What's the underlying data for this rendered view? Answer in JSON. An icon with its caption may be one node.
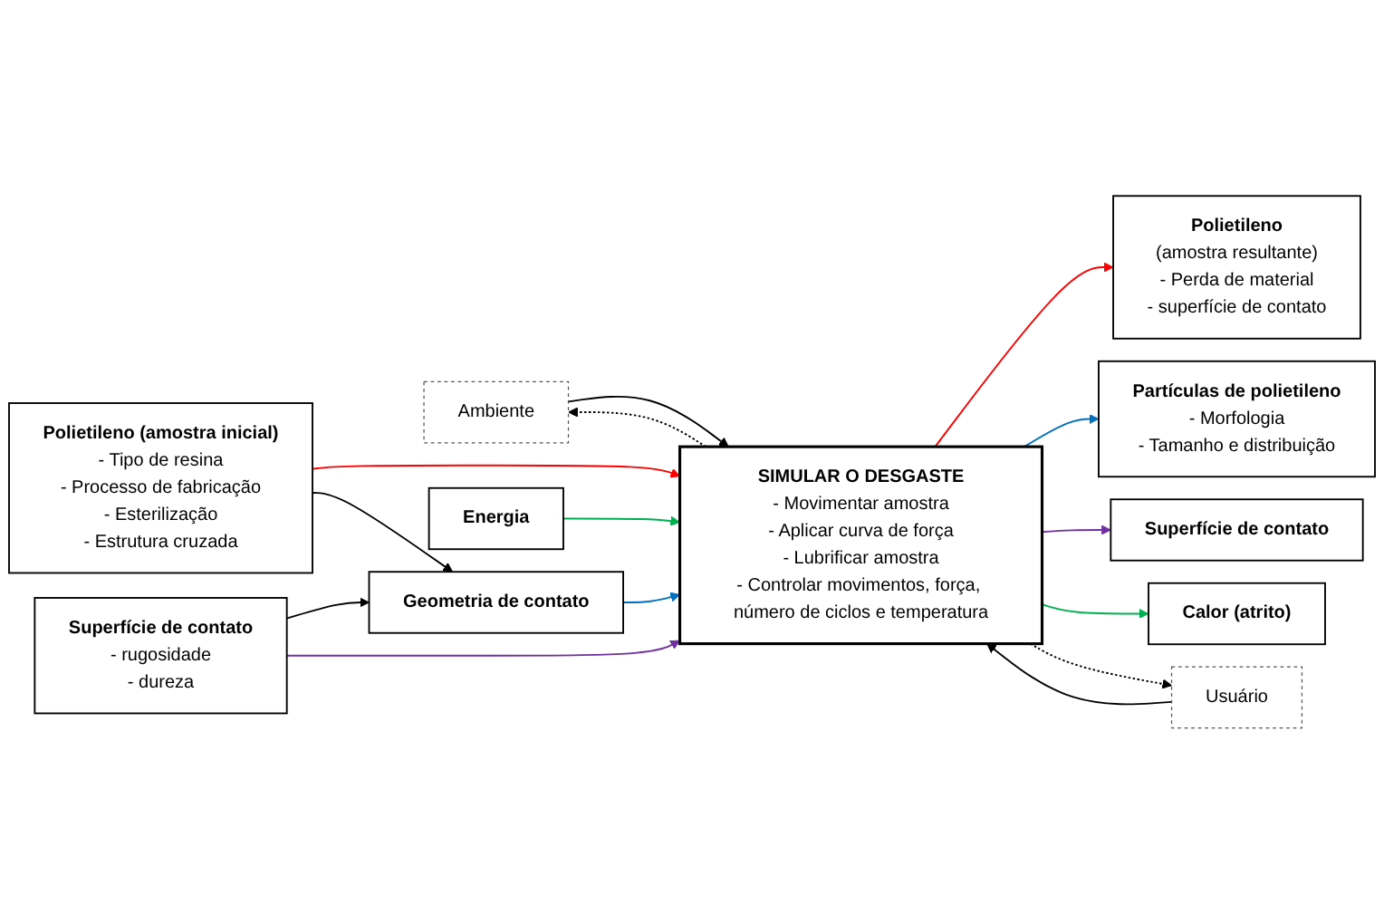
{
  "diagram": {
    "nodes": [
      {
        "text": [
          "Ambiente"
        ]
      },
      {
        "text": [
          "Polietileno (amostra inicial)",
          "- Tipo de resina",
          "- Processo de fabricação",
          "- Esterilização",
          "- Estrutura cruzada"
        ]
      },
      {
        "text": [
          "SIMULAR O DESGASTE",
          "- Movimentar amostra",
          "- Aplicar curva de força",
          "- Lubrificar amostra",
          "- Controlar movimentos, força, número de ciclos e temperatura"
        ]
      },
      {
        "text": [
          "Polietileno",
          "(amostra resultante)",
          "- Perda de material",
          "- superfície de contato"
        ]
      },
      {
        "text": [
          "Geometria de contato"
        ]
      },
      {
        "text": [
          "Partículas de polietileno",
          "- Morfologia",
          "- Tamanho e distribuição"
        ]
      },
      {
        "text": [
          "Superfície de contato",
          "- rugosidade",
          "- dureza"
        ]
      },
      {
        "text": [
          "Superfície de contato"
        ]
      },
      {
        "text": [
          "Energia"
        ]
      },
      {
        "text": [
          "Calor (atrito)"
        ]
      },
      {
        "text": [
          "Usuário"
        ]
      }
    ],
    "edges": [
      {
        "from": 0,
        "to": 2,
        "arrow": "to"
      },
      {
        "from": 2,
        "to": 0,
        "arrow": "to",
        "style": "dashed"
      },
      {
        "from": 1,
        "to": 2,
        "arrow": "to",
        "color": "#ff0000"
      },
      {
        "from": 1,
        "to": 4,
        "arrow": "to"
      },
      {
        "from": 6,
        "to": 4,
        "arrow": "to"
      },
      {
        "from": 4,
        "to": 2,
        "arrow": "to",
        "color": "#0070c0"
      },
      {
        "from": 6,
        "to": 2,
        "arrow": "to",
        "color": "#7030a0"
      },
      {
        "from": 8,
        "to": 2,
        "arrow": "to",
        "color": "#00b050"
      },
      {
        "from": 2,
        "to": 3,
        "arrow": "to",
        "color": "#ff0000"
      },
      {
        "from": 2,
        "to": 5,
        "arrow": "to",
        "color": "#0070c0"
      },
      {
        "from": 2,
        "to": 7,
        "arrow": "to",
        "color": "#7030a0"
      },
      {
        "from": 2,
        "to": 9,
        "arrow": "to",
        "color": "#00b050"
      },
      {
        "from": 10,
        "to": 2,
        "arrow": "to"
      },
      {
        "from": 2,
        "to": 10,
        "arrow": "to",
        "style": "dashed"
      }
    ]
  }
}
